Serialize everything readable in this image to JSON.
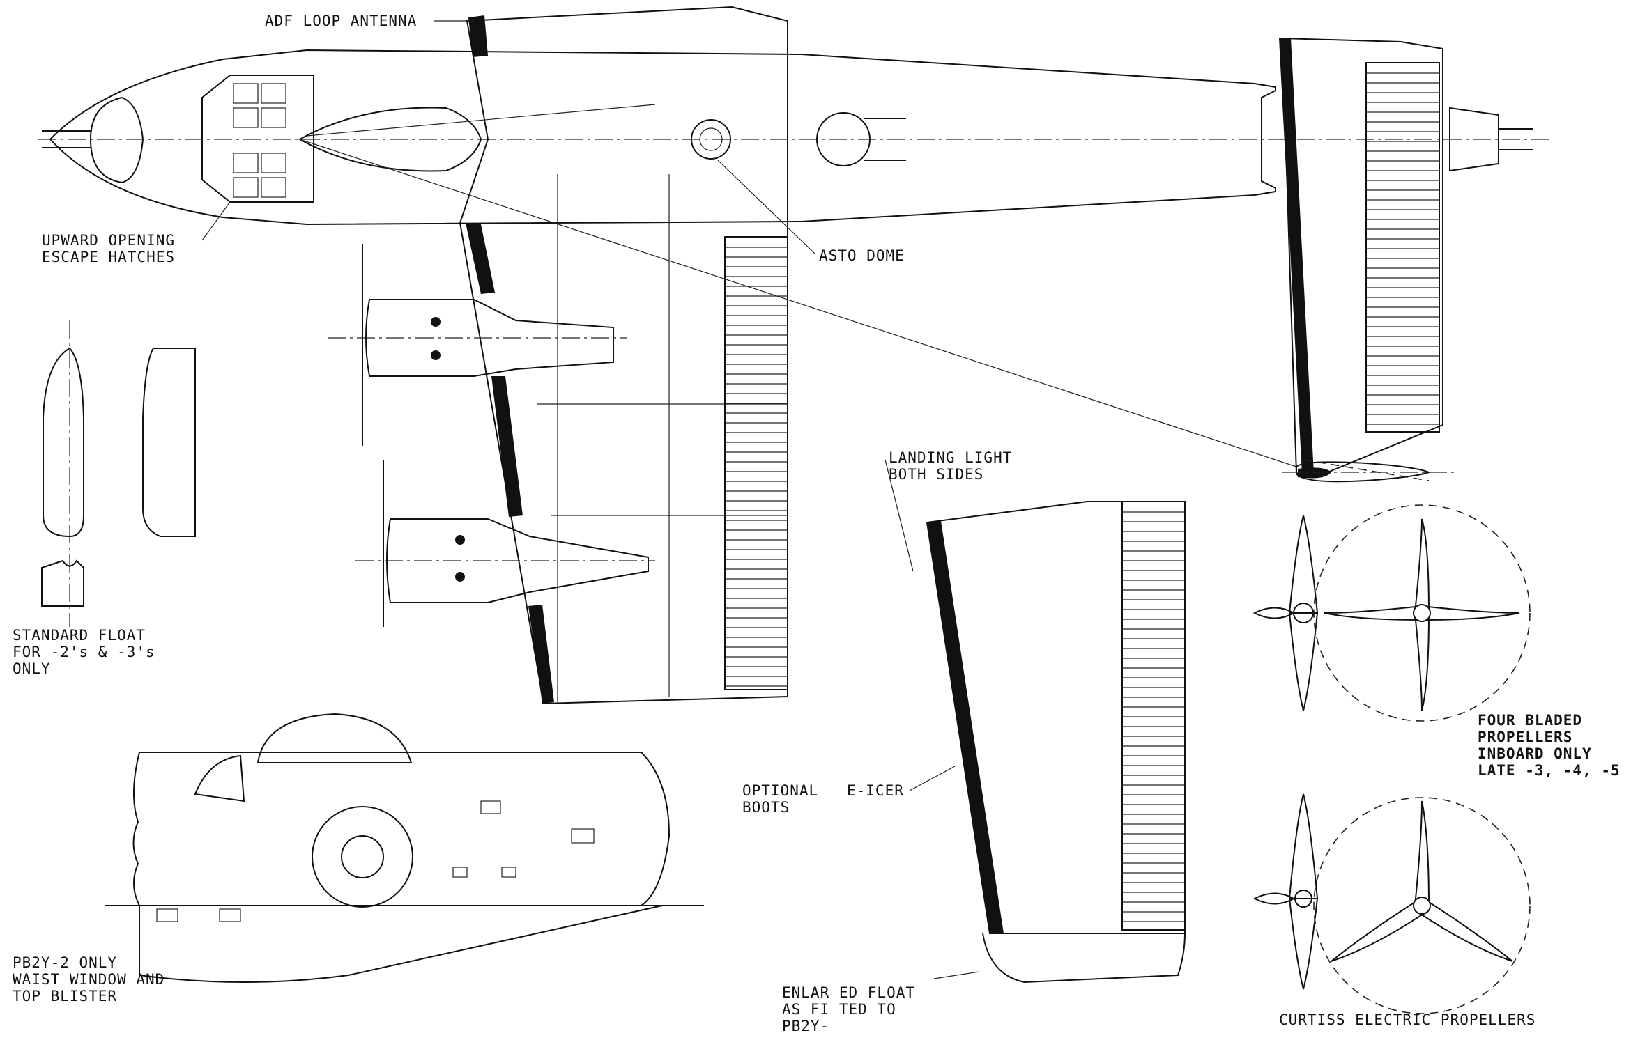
{
  "labels": {
    "adf_loop_antenna": "ADF LOOP ANTENNA",
    "escape_hatches_1": "UPWARD OPENING",
    "escape_hatches_2": "ESCAPE HATCHES",
    "asto_dome": "ASTO DOME",
    "standard_float_1": "STANDARD FLOAT",
    "standard_float_2": "FOR -2's & -3's",
    "standard_float_3": "ONLY",
    "landing_light_1": "LANDING LIGHT",
    "landing_light_2": "BOTH SIDES",
    "optional_boots_1": "OPTIONAL",
    "optional_boots_2": "BOOTS",
    "e_icer": "E-ICER",
    "four_bladed_1": "FOUR BLADED",
    "four_bladed_2": "PROPELLERS",
    "four_bladed_3": "INBOARD ONLY",
    "four_bladed_4": "LATE -3, -4, -5",
    "waist_window_1": "PB2Y-2 ONLY",
    "waist_window_2": "WAIST WINDOW AND",
    "waist_window_3": "TOP BLISTER",
    "enlarged_float_1": "ENLAR ED FLOAT",
    "enlarged_float_2": "AS FI TED TO",
    "enlarged_float_3": "PB2Y-",
    "curtiss": "CURTISS ELECTRIC PROPELLERS"
  },
  "colors": {
    "ink": "#111111",
    "paper": "#ffffff"
  }
}
